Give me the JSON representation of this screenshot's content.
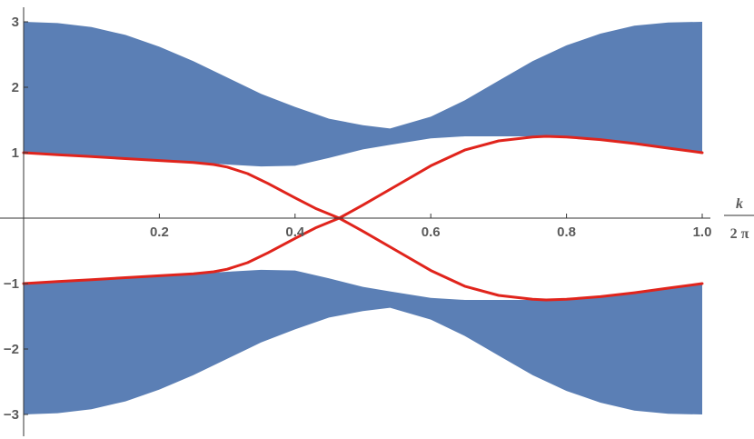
{
  "chart_data": {
    "type": "area",
    "xlabel_num": "k",
    "xlabel_den": "2 π",
    "xlim": [
      0,
      1.0
    ],
    "ylim": [
      -3.2,
      3.2
    ],
    "grid": false,
    "x_ticks": [
      {
        "value": 0.2,
        "label": "0.2"
      },
      {
        "value": 0.4,
        "label": "0.4"
      },
      {
        "value": 0.6,
        "label": "0.6"
      },
      {
        "value": 0.8,
        "label": "0.8"
      },
      {
        "value": 1.0,
        "label": "1.0"
      }
    ],
    "y_ticks": [
      {
        "value": 3,
        "label": "3"
      },
      {
        "value": 2,
        "label": "2"
      },
      {
        "value": 1,
        "label": "1"
      },
      {
        "value": -1,
        "label": "−1"
      },
      {
        "value": -2,
        "label": "−2"
      },
      {
        "value": -3,
        "label": "−3"
      }
    ],
    "colors": {
      "band": "#5b7fb5",
      "edge_state": "#e0241c",
      "axis": "#333333"
    },
    "bands": [
      {
        "name": "upper",
        "x": [
          0,
          0.05,
          0.1,
          0.15,
          0.2,
          0.25,
          0.3,
          0.35,
          0.4,
          0.45,
          0.5,
          0.54,
          0.6,
          0.65,
          0.7,
          0.75,
          0.8,
          0.85,
          0.9,
          0.95,
          1.0
        ],
        "upper": [
          3.0,
          2.98,
          2.92,
          2.8,
          2.62,
          2.4,
          2.15,
          1.9,
          1.7,
          1.52,
          1.42,
          1.37,
          1.55,
          1.8,
          2.1,
          2.4,
          2.64,
          2.82,
          2.94,
          2.99,
          3.0
        ],
        "lower": [
          1.0,
          0.97,
          0.94,
          0.91,
          0.88,
          0.85,
          0.82,
          0.79,
          0.8,
          0.92,
          1.05,
          1.12,
          1.22,
          1.25,
          1.25,
          1.25,
          1.24,
          1.2,
          1.14,
          1.07,
          1.0
        ]
      },
      {
        "name": "lower",
        "x": [
          0,
          0.05,
          0.1,
          0.15,
          0.2,
          0.25,
          0.3,
          0.35,
          0.4,
          0.45,
          0.5,
          0.54,
          0.6,
          0.65,
          0.7,
          0.75,
          0.8,
          0.85,
          0.9,
          0.95,
          1.0
        ],
        "upper": [
          -1.0,
          -0.97,
          -0.94,
          -0.91,
          -0.88,
          -0.85,
          -0.82,
          -0.79,
          -0.8,
          -0.92,
          -1.05,
          -1.12,
          -1.22,
          -1.25,
          -1.25,
          -1.25,
          -1.24,
          -1.2,
          -1.14,
          -1.07,
          -1.0
        ],
        "lower": [
          -3.0,
          -2.98,
          -2.92,
          -2.8,
          -2.62,
          -2.4,
          -2.15,
          -1.9,
          -1.7,
          -1.52,
          -1.42,
          -1.37,
          -1.55,
          -1.8,
          -2.1,
          -2.4,
          -2.64,
          -2.82,
          -2.94,
          -2.99,
          -3.0
        ]
      }
    ],
    "series": [
      {
        "x": [
          0,
          0.05,
          0.1,
          0.15,
          0.2,
          0.25,
          0.28,
          0.3,
          0.33,
          0.36,
          0.4,
          0.43,
          0.465,
          0.5,
          0.55,
          0.6,
          0.65,
          0.7,
          0.75,
          0.77,
          0.8,
          0.85,
          0.9,
          0.95,
          1.0
        ],
        "y": [
          1.0,
          0.97,
          0.94,
          0.91,
          0.88,
          0.85,
          0.82,
          0.78,
          0.68,
          0.53,
          0.31,
          0.15,
          0.0,
          -0.2,
          -0.5,
          -0.8,
          -1.04,
          -1.18,
          -1.24,
          -1.25,
          -1.24,
          -1.2,
          -1.14,
          -1.07,
          -1.0
        ]
      },
      {
        "x": [
          0,
          0.05,
          0.1,
          0.15,
          0.2,
          0.25,
          0.28,
          0.3,
          0.33,
          0.36,
          0.4,
          0.43,
          0.465,
          0.5,
          0.55,
          0.6,
          0.65,
          0.7,
          0.75,
          0.77,
          0.8,
          0.85,
          0.9,
          0.95,
          1.0
        ],
        "y": [
          -1.0,
          -0.97,
          -0.94,
          -0.91,
          -0.88,
          -0.85,
          -0.82,
          -0.78,
          -0.68,
          -0.53,
          -0.31,
          -0.15,
          0.0,
          0.2,
          0.5,
          0.8,
          1.04,
          1.18,
          1.24,
          1.25,
          1.24,
          1.2,
          1.14,
          1.07,
          1.0
        ]
      }
    ]
  }
}
